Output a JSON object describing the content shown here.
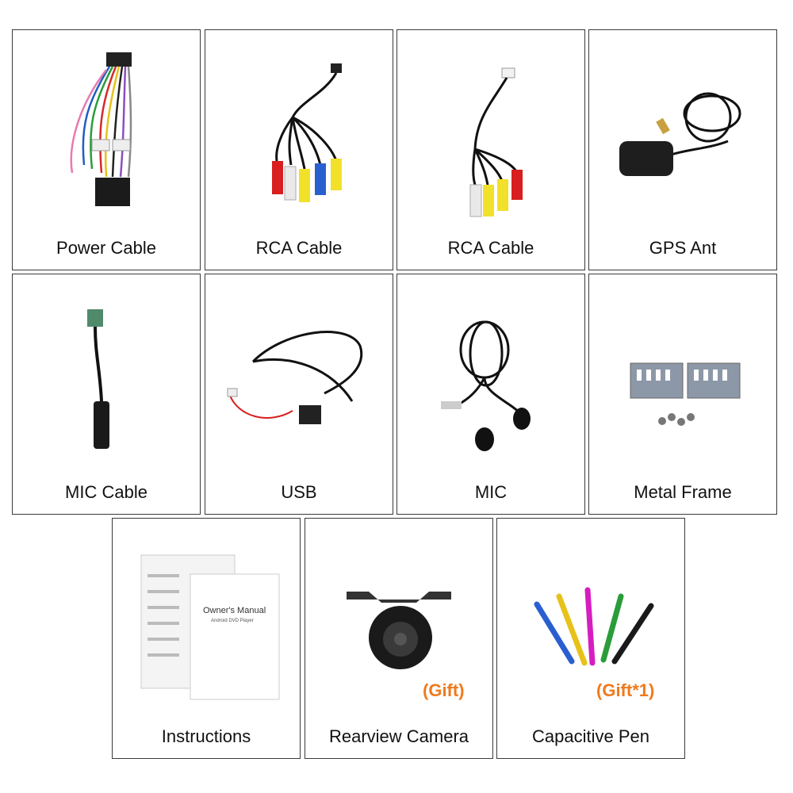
{
  "items": [
    {
      "label": "Power Cable",
      "icon": "power-cable-icon"
    },
    {
      "label": "RCA Cable",
      "icon": "rca-cable-icon"
    },
    {
      "label": "RCA Cable",
      "icon": "rca-cable-icon"
    },
    {
      "label": "GPS Ant",
      "icon": "gps-antenna-icon"
    },
    {
      "label": "MIC Cable",
      "icon": "mic-cable-icon"
    },
    {
      "label": "USB",
      "icon": "usb-cable-icon"
    },
    {
      "label": "MIC",
      "icon": "microphone-icon"
    },
    {
      "label": "Metal Frame",
      "icon": "metal-frame-icon"
    },
    {
      "label": "Instructions",
      "icon": "manual-icon"
    },
    {
      "label": "Rearview Camera",
      "icon": "camera-icon",
      "gift": "(Gift)"
    },
    {
      "label": "Capacitive Pen",
      "icon": "stylus-pen-icon",
      "gift": "(Gift*1)"
    }
  ],
  "manual": {
    "title": "Owner's Manual",
    "subtitle": "Android DVD Player"
  },
  "colors": {
    "border": "#3a3a3a",
    "gift": "#f07a1c"
  }
}
